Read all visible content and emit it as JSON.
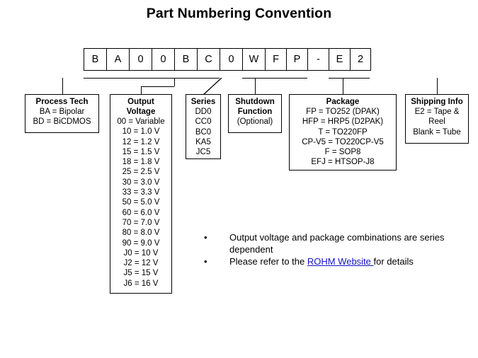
{
  "page": {
    "title": "Part Numbering Convention"
  },
  "part_number": {
    "cells": [
      "B",
      "A",
      "0",
      "0",
      "B",
      "C",
      "0",
      "W",
      "F",
      "P",
      "-",
      "E",
      "2"
    ]
  },
  "legend_boxes": [
    {
      "id": "process-tech",
      "heading": [
        "Process Tech"
      ],
      "lines": [
        "BA = Bipolar",
        "BD = BiCDMOS"
      ]
    },
    {
      "id": "output-voltage",
      "heading": [
        "Output",
        "Voltage"
      ],
      "lines": [
        "00 = Variable",
        "10 = 1.0 V",
        "12 = 1.2 V",
        "15 = 1.5 V",
        "18 = 1.8 V",
        "25 = 2.5 V",
        "30 = 3.0 V",
        "33 = 3.3 V",
        "50 = 5.0 V",
        "60 = 6.0 V",
        "70 = 7.0 V",
        "80 = 8.0 V",
        "90 = 9.0 V",
        "J0 = 10 V",
        "J2 = 12 V",
        "J5 = 15 V",
        "J6 = 16 V"
      ]
    },
    {
      "id": "series",
      "heading": [
        "Series"
      ],
      "lines": [
        "DD0",
        "CC0",
        "BC0",
        "KA5",
        "JC5"
      ]
    },
    {
      "id": "shutdown-function",
      "heading": [
        "Shutdown",
        "Function"
      ],
      "lines": [
        "(Optional)"
      ]
    },
    {
      "id": "package",
      "heading": [
        "Package"
      ],
      "lines": [
        "FP = TO252 (DPAK)",
        "HFP = HRP5 (D2PAK)",
        "T = TO220FP",
        "CP-V5 = TO220CP-V5",
        "F = SOP8",
        "EFJ = HTSOP-J8"
      ]
    },
    {
      "id": "shipping-info",
      "heading": [
        "Shipping Info"
      ],
      "lines": [
        "E2 = Tape &",
        "Reel",
        "Blank = Tube"
      ]
    }
  ],
  "notes": {
    "bullet_glyph": "•",
    "items": [
      {
        "pre": "Output voltage and package combinations are series dependent",
        "link": "",
        "post": ""
      },
      {
        "pre": "Please refer to the ",
        "link": "ROHM Website ",
        "post": "for details"
      }
    ]
  },
  "colors": {
    "line": "#000000",
    "link": "#1414c8",
    "background": "#ffffff"
  }
}
